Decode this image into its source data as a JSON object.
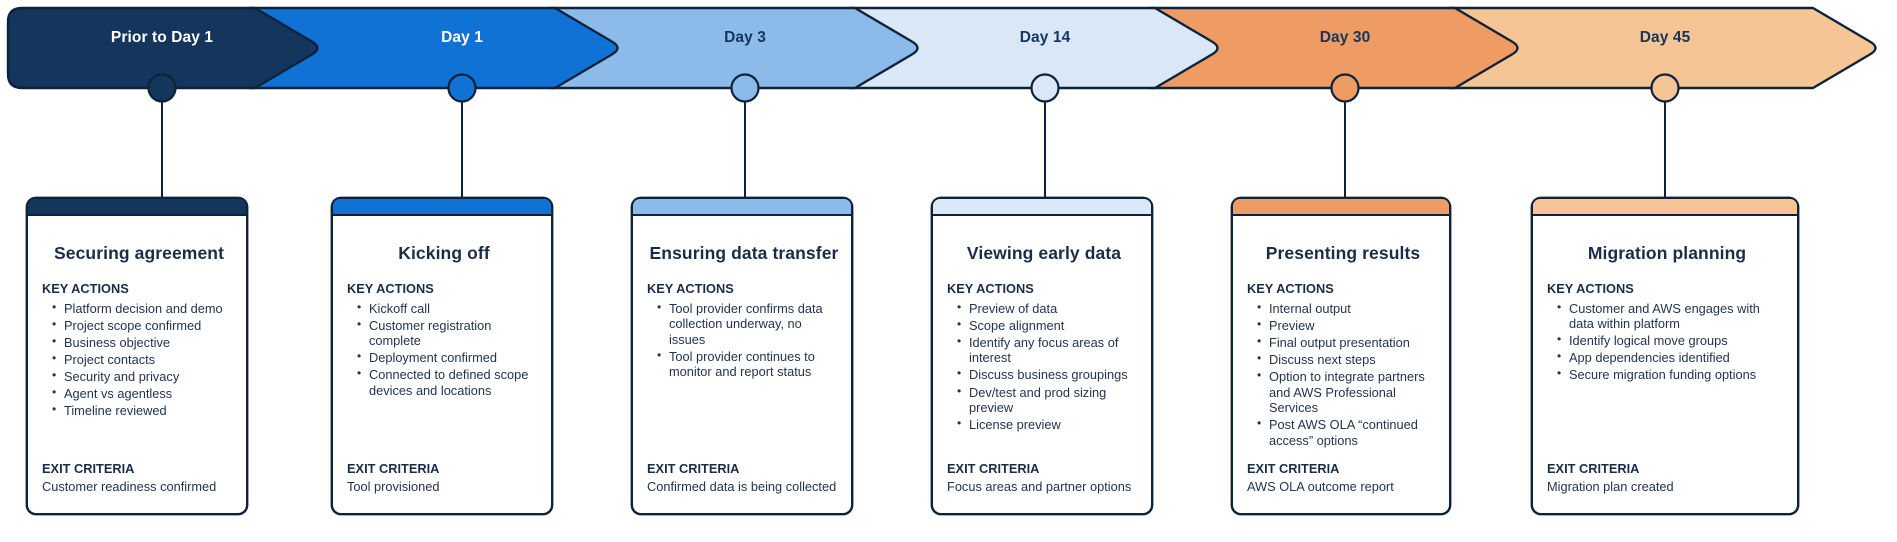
{
  "timeline": {
    "labels": {
      "key_actions": "KEY ACTIONS",
      "exit_criteria": "EXIT CRITERIA"
    },
    "colors": {
      "outline": "#0E2239",
      "ink": "#24344E",
      "background": "#FFFFFF"
    },
    "phases": [
      {
        "day_label": "Prior to Day 1",
        "band_color": "#14365C",
        "band_text_color": "#FFFFFF",
        "title": "Securing agreement",
        "key_actions": [
          "Platform decision and demo",
          "Project scope confirmed",
          "Business objective",
          "Project contacts",
          "Security and privacy",
          "Agent vs agentless",
          "Timeline reviewed"
        ],
        "exit_criteria": "Customer readiness confirmed"
      },
      {
        "day_label": "Day 1",
        "band_color": "#1172D6",
        "band_text_color": "#FFFFFF",
        "title": "Kicking off",
        "key_actions": [
          "Kickoff call",
          "Customer registration complete",
          "Deployment confirmed",
          "Connected to defined scope devices and locations"
        ],
        "exit_criteria": "Tool provisioned"
      },
      {
        "day_label": "Day 3",
        "band_color": "#8CBAE9",
        "band_text_color": "#14365C",
        "title": "Ensuring data transfer",
        "key_actions": [
          "Tool provider confirms data collection underway, no issues",
          "Tool provider continues to monitor and report status"
        ],
        "exit_criteria": "Confirmed data is being collected"
      },
      {
        "day_label": "Day 14",
        "band_color": "#D9E7F6",
        "band_text_color": "#14365C",
        "title": "Viewing early data",
        "key_actions": [
          "Preview of data",
          "Scope alignment",
          "Identify any focus areas of interest",
          "Discuss business groupings",
          "Dev/test and prod sizing preview",
          "License preview"
        ],
        "exit_criteria": "Focus areas and partner options"
      },
      {
        "day_label": "Day 30",
        "band_color": "#EE9C63",
        "band_text_color": "#14365C",
        "title": "Presenting  results",
        "key_actions": [
          "Internal output",
          "Preview",
          "Final output presentation",
          "Discuss next steps",
          "Option to integrate partners and AWS Professional Services",
          "Post AWS OLA “continued access” options"
        ],
        "exit_criteria": "AWS OLA outcome report"
      },
      {
        "day_label": "Day 45",
        "band_color": "#F6C595",
        "band_text_color": "#14365C",
        "title": "Migration planning",
        "key_actions": [
          "Customer and AWS engages with data within platform",
          "Identify logical move groups",
          "App dependencies identified",
          "Secure migration funding options"
        ],
        "exit_criteria": "Migration plan created"
      }
    ]
  }
}
